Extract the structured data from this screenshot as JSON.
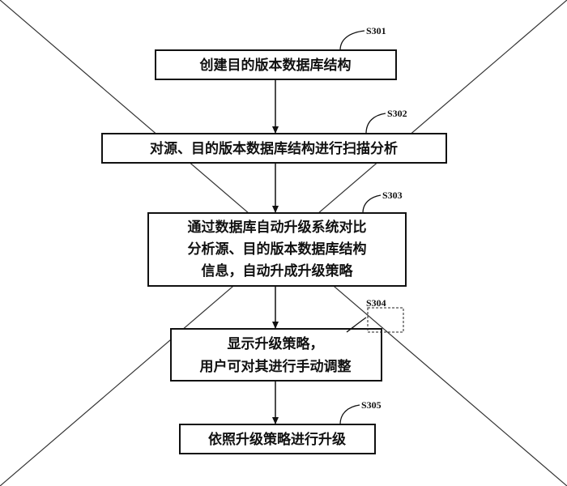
{
  "steps": [
    {
      "id": "S301",
      "lines": [
        "创建目的版本数据库结构"
      ]
    },
    {
      "id": "S302",
      "lines": [
        "对源、目的版本数据库结构进行扫描分析"
      ]
    },
    {
      "id": "S303",
      "lines": [
        "通过数据库自动升级系统对比",
        "分析源、目的版本数据库结构",
        "信息，自动升成升级策略"
      ]
    },
    {
      "id": "S304",
      "lines": [
        "显示升级策略，",
        "用户可对其进行手动调整"
      ]
    },
    {
      "id": "S305",
      "lines": [
        "依照升级策略进行升级"
      ]
    }
  ]
}
